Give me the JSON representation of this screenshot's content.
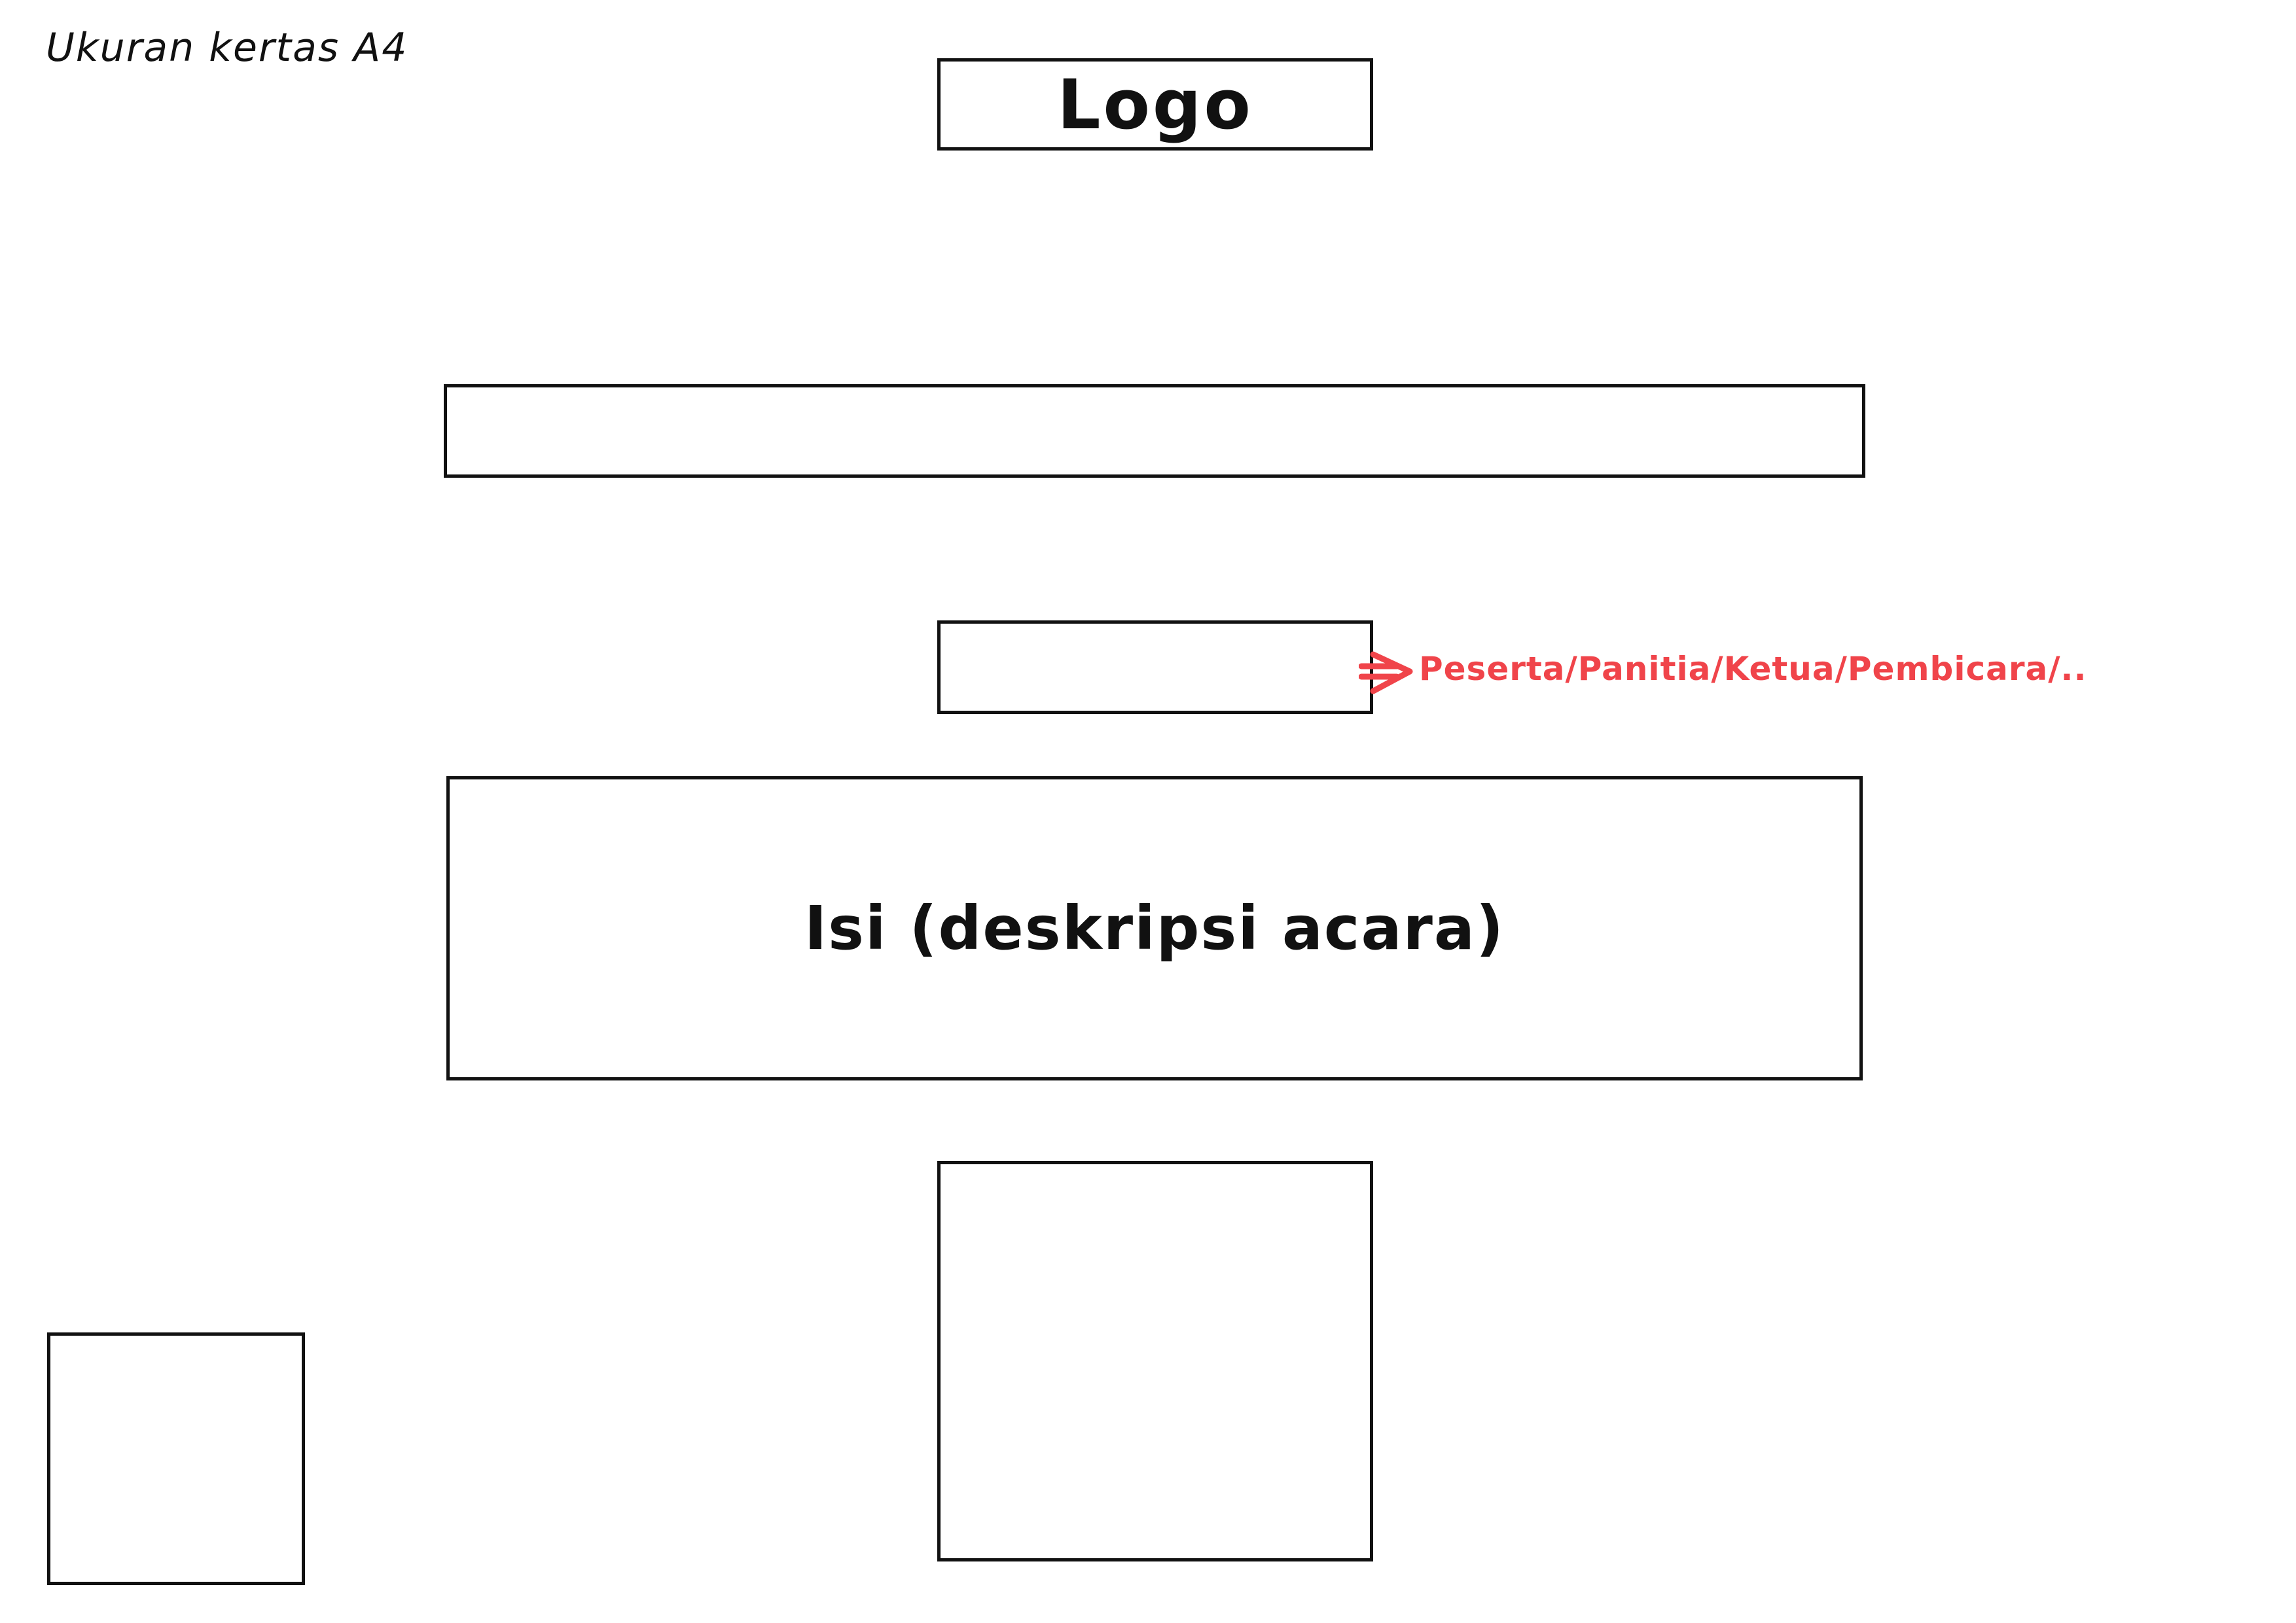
{
  "paper_note": "Ukuran kertas A4",
  "logo": {
    "label": "Logo"
  },
  "role_note": {
    "text": "Peserta/Panitia/Ketua/Pembicara/..",
    "color": "#f0444a",
    "icon": "arrow-right-icon"
  },
  "content": {
    "label": "Isi (deskripsi acara)"
  },
  "colors": {
    "outline": "#111111",
    "annotation": "#f0444a",
    "background": "#ffffff"
  }
}
